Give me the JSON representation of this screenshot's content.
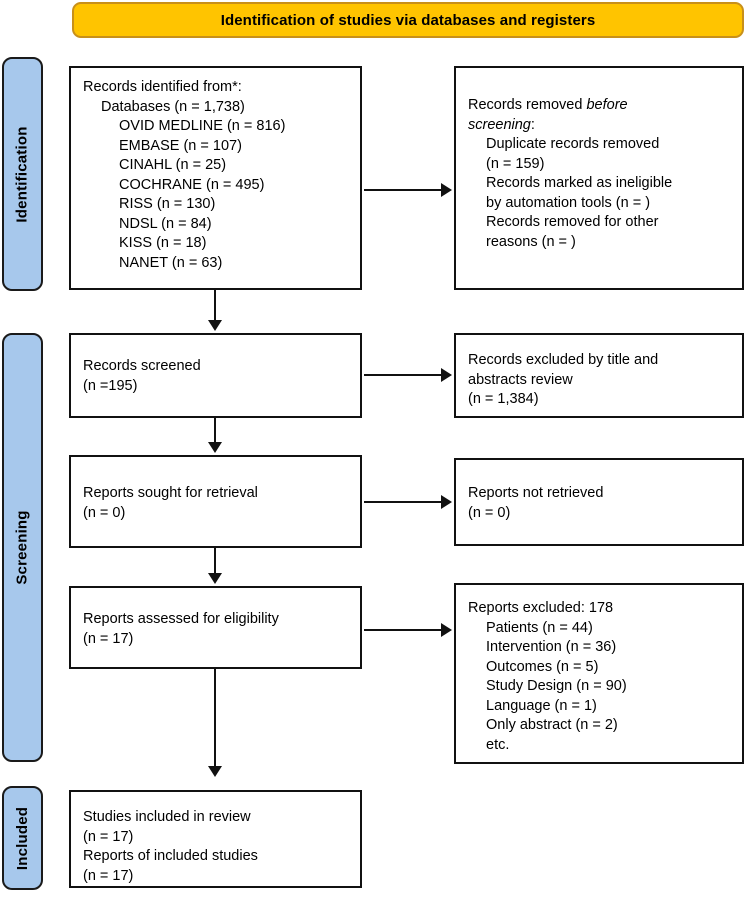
{
  "diagram": {
    "title": "PRISMA flow diagram",
    "colors": {
      "banner_fill": "#ffc400",
      "banner_border": "#c8901a",
      "stage_tab_fill": "#a7c8ec",
      "box_border": "#111111",
      "text": "#000000"
    }
  },
  "banner": {
    "label": "Identification of studies via databases and registers"
  },
  "stages": {
    "identification": "Identification",
    "screening": "Screening",
    "included": "Included"
  },
  "boxes": {
    "records_identified": {
      "name": "Records identified from*:",
      "lines": [
        {
          "text": "Records identified from*:",
          "indent": 0
        },
        {
          "text": "Databases (n = 1,738)",
          "indent": 1
        },
        {
          "text": "OVID MEDLINE (n = 816)",
          "indent": 2
        },
        {
          "text": "EMBASE (n = 107)",
          "indent": 2
        },
        {
          "text": "CINAHL (n = 25)",
          "indent": 2
        },
        {
          "text": "COCHRANE (n = 495)",
          "indent": 2
        },
        {
          "text": "RISS (n = 130)",
          "indent": 2
        },
        {
          "text": "NDSL (n = 84)",
          "indent": 2
        },
        {
          "text": "KISS (n = 18)",
          "indent": 2
        },
        {
          "text": "NANET (n = 63)",
          "indent": 2
        }
      ]
    },
    "records_removed": {
      "name": "Records removed before screening",
      "lines": [
        {
          "text": "Records removed ",
          "italic_tail": "before",
          "indent": 0
        },
        {
          "text": "",
          "italic_lead": "screening",
          "tail": ":",
          "indent": 0
        },
        {
          "text": "Duplicate records removed",
          "indent": 1
        },
        {
          "text": "(n = 159)",
          "indent": 1
        },
        {
          "text": "Records marked as ineligible",
          "indent": 1
        },
        {
          "text": "by automation tools (n = )",
          "indent": 1
        },
        {
          "text": "Records removed for other",
          "indent": 1
        },
        {
          "text": "reasons (n = )",
          "indent": 1
        }
      ]
    },
    "records_screened": {
      "lines": [
        {
          "text": "Records screened",
          "indent": 0
        },
        {
          "text": "(n =195)",
          "indent": 0
        }
      ]
    },
    "records_excluded": {
      "lines": [
        {
          "text": "Records excluded by title and",
          "indent": 0
        },
        {
          "text": "abstracts review",
          "indent": 0
        },
        {
          "text": "(n = 1,384)",
          "indent": 0
        }
      ]
    },
    "reports_sought": {
      "lines": [
        {
          "text": "Reports sought for retrieval",
          "indent": 0
        },
        {
          "text": "(n = 0)",
          "indent": 0
        }
      ]
    },
    "reports_not_retrieved": {
      "lines": [
        {
          "text": "Reports not retrieved",
          "indent": 0
        },
        {
          "text": "(n = 0)",
          "indent": 0
        }
      ]
    },
    "reports_assessed": {
      "lines": [
        {
          "text": "Reports assessed for eligibility",
          "indent": 0
        },
        {
          "text": "(n = 17)",
          "indent": 0
        }
      ]
    },
    "reports_excluded": {
      "lines": [
        {
          "text": "Reports excluded: 178",
          "indent": 0
        },
        {
          "text": "Patients (n = 44)",
          "indent": 1
        },
        {
          "text": "Intervention (n = 36)",
          "indent": 1
        },
        {
          "text": "Outcomes (n = 5)",
          "indent": 1
        },
        {
          "text": "Study Design (n = 90)",
          "indent": 1
        },
        {
          "text": "Language (n = 1)",
          "indent": 1
        },
        {
          "text": "Only abstract (n = 2)",
          "indent": 1
        },
        {
          "text": "etc.",
          "indent": 1
        }
      ]
    },
    "studies_included": {
      "lines": [
        {
          "text": "Studies included in review",
          "indent": 0
        },
        {
          "text": "(n = 17)",
          "indent": 0
        },
        {
          "text": "Reports of included studies",
          "indent": 0
        },
        {
          "text": "(n = 17)",
          "indent": 0
        }
      ]
    }
  },
  "lines_flat": {
    "records_identified_0": "Records identified from*:",
    "records_identified_1": "Databases (n = 1,738)",
    "records_identified_2": "OVID MEDLINE (n = 816)",
    "records_identified_3": "EMBASE (n = 107)",
    "records_identified_4": "CINAHL (n = 25)",
    "records_identified_5": "COCHRANE (n = 495)",
    "records_identified_6": "RISS (n = 130)",
    "records_identified_7": "NDSL (n = 84)",
    "records_identified_8": "KISS (n = 18)",
    "records_identified_9": "NANET (n = 63)",
    "records_removed_pre": "Records removed ",
    "records_removed_it1": "before",
    "records_removed_it2": "screening",
    "records_removed_post": ":",
    "records_removed_2": "Duplicate records removed",
    "records_removed_3": "(n = 159)",
    "records_removed_4": "Records marked as ineligible",
    "records_removed_5": "by automation tools (n = )",
    "records_removed_6": "Records removed for other",
    "records_removed_7": "reasons (n = )",
    "records_screened_0": "Records screened",
    "records_screened_1": "(n =195)",
    "records_excluded_0": "Records excluded by title and",
    "records_excluded_1": "abstracts review",
    "records_excluded_2": "(n = 1,384)",
    "reports_sought_0": "Reports sought for retrieval",
    "reports_sought_1": "(n = 0)",
    "reports_not_retrieved_0": "Reports not retrieved",
    "reports_not_retrieved_1": "(n = 0)",
    "reports_assessed_0": "Reports assessed for eligibility",
    "reports_assessed_1": "(n = 17)",
    "reports_excluded_0": "Reports excluded: 178",
    "reports_excluded_1": "Patients (n = 44)",
    "reports_excluded_2": "Intervention (n = 36)",
    "reports_excluded_3": "Outcomes (n = 5)",
    "reports_excluded_4": "Study Design (n = 90)",
    "reports_excluded_5": "Language (n = 1)",
    "reports_excluded_6": "Only abstract (n = 2)",
    "reports_excluded_7": "etc.",
    "studies_included_0": "Studies included in review",
    "studies_included_1": "(n = 17)",
    "studies_included_2": "Reports of included studies",
    "studies_included_3": "(n = 17)"
  }
}
